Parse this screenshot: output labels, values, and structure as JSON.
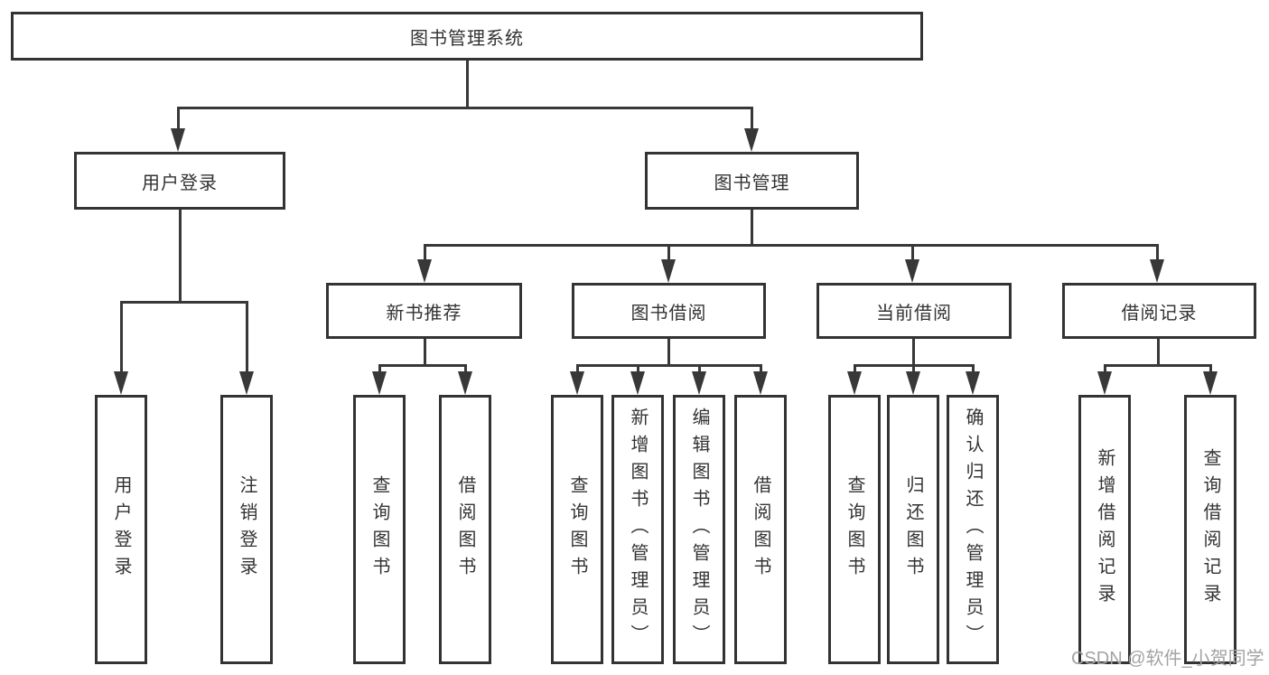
{
  "diagram": {
    "title": "图书管理系统",
    "modules": {
      "user_login": "用户登录",
      "book_management": "图书管理"
    },
    "submodules": {
      "new_book_recommend": "新书推荐",
      "book_borrowing": "图书借阅",
      "current_borrowing": "当前借阅",
      "borrowing_records": "借阅记录"
    },
    "functions": {
      "user_login": "用户登录",
      "logout": "注销登录",
      "recommend_query_books": "查询图书",
      "recommend_borrow_books": "借阅图书",
      "borrowing_query_books": "查询图书",
      "borrowing_add_books_admin": "新增图书（管理员）",
      "borrowing_edit_books_admin": "编辑图书（管理员）",
      "borrowing_borrow_books": "借阅图书",
      "current_query_books": "查询图书",
      "current_return_books": "归还图书",
      "current_confirm_return_admin": "确认归还（管理员）",
      "records_add_record": "新增借阅记录",
      "records_query_record": "查询借阅记录"
    },
    "watermark": "CSDN @软件_小贺同学"
  },
  "colors": {
    "line": "#383838",
    "border": "#333333",
    "text": "#333333",
    "watermark_text": "#a3a3a3",
    "background": "#ffffff"
  }
}
